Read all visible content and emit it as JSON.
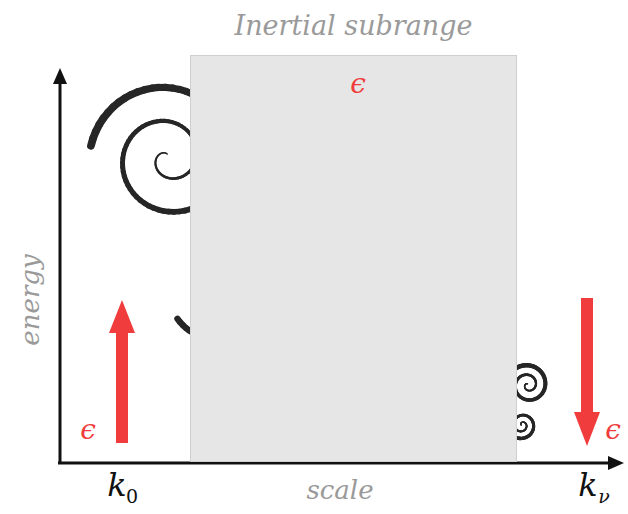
{
  "diagram": {
    "nodes": [
      {
        "text": [
          "Inertial subrange"
        ]
      }
    ],
    "labels": [
      "ϵ",
      "energy",
      "ϵ",
      "ϵ",
      "scale",
      "k",
      "0",
      "k",
      "ν"
    ]
  }
}
